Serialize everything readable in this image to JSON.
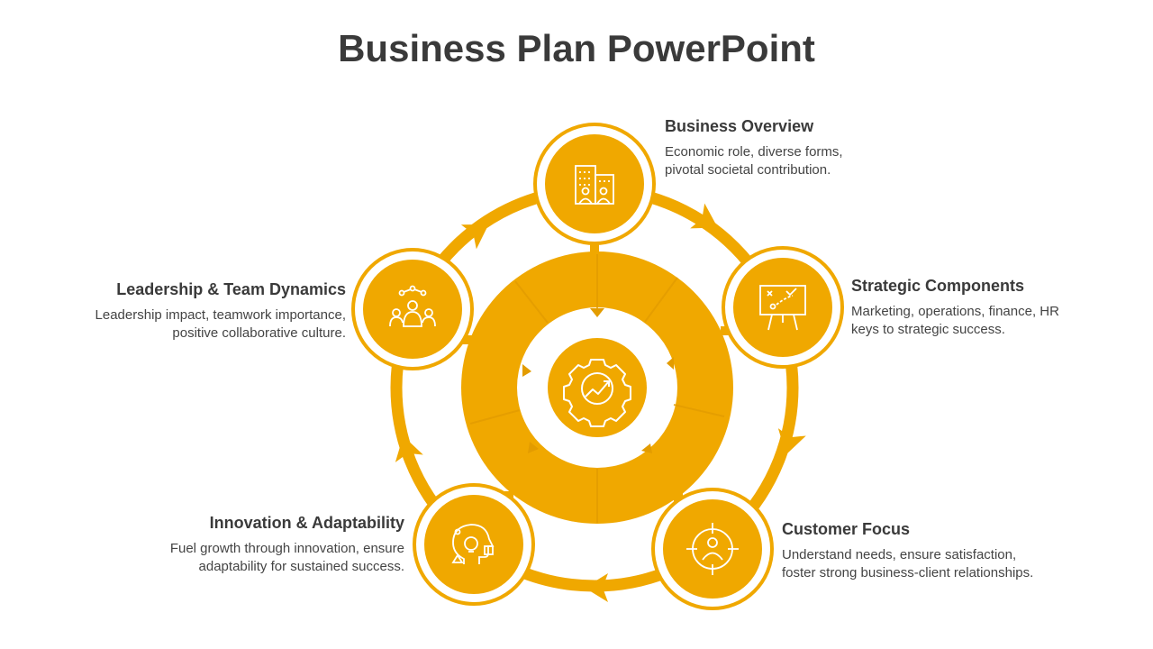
{
  "title": "Business Plan PowerPoint",
  "colors": {
    "accent": "#F0A800",
    "text": "#3a3a3a",
    "ring_light": "#FDF3DA"
  },
  "center": {
    "icon": "gear-growth-chart-icon"
  },
  "steps": [
    {
      "title": "Business Overview",
      "line1": "Economic role, diverse forms,",
      "line2": "pivotal societal contribution.",
      "icon": "office-building-people-icon"
    },
    {
      "title": "Strategic Components",
      "line1": "Marketing, operations, finance, HR",
      "line2": "keys to strategic success.",
      "icon": "presentation-board-strategy-icon"
    },
    {
      "title": "Customer Focus",
      "line1": "Understand needs, ensure satisfaction,",
      "line2": "foster strong business-client relationships.",
      "icon": "target-person-icon"
    },
    {
      "title": "Innovation & Adaptability",
      "line1": "Fuel growth through innovation, ensure",
      "line2": "adaptability for sustained success.",
      "icon": "head-lightbulb-icon"
    },
    {
      "title": "Leadership & Team Dynamics",
      "line1": "Leadership impact, teamwork importance,",
      "line2": "positive collaborative culture.",
      "icon": "leader-team-network-icon"
    }
  ]
}
